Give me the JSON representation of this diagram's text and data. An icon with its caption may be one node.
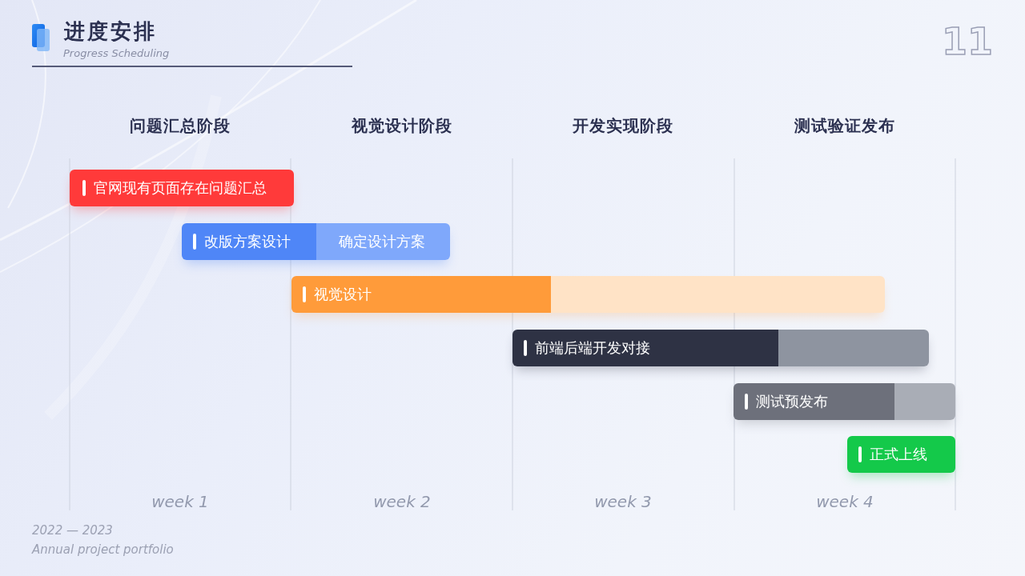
{
  "diagram": {
    "title": "进度安排",
    "nodes": [
      {
        "text": [
          "官网现有页面存在问题汇总"
        ]
      },
      {
        "text": [
          "改版方案设计",
          "确定设计方案"
        ]
      },
      {
        "text": [
          "视觉设计"
        ]
      },
      {
        "text": [
          "前端后端开发对接"
        ]
      },
      {
        "text": [
          "测试预发布"
        ]
      },
      {
        "text": [
          "正式上线"
        ]
      }
    ],
    "labels": [
      "Progress Scheduling",
      "11",
      "问题汇总阶段",
      "视觉设计阶段",
      "开发实现阶段",
      "测试验证发布",
      "week 1",
      "week 2",
      "week 3",
      "week 4",
      "2022 — 2023",
      "Annual project portfolio"
    ]
  }
}
